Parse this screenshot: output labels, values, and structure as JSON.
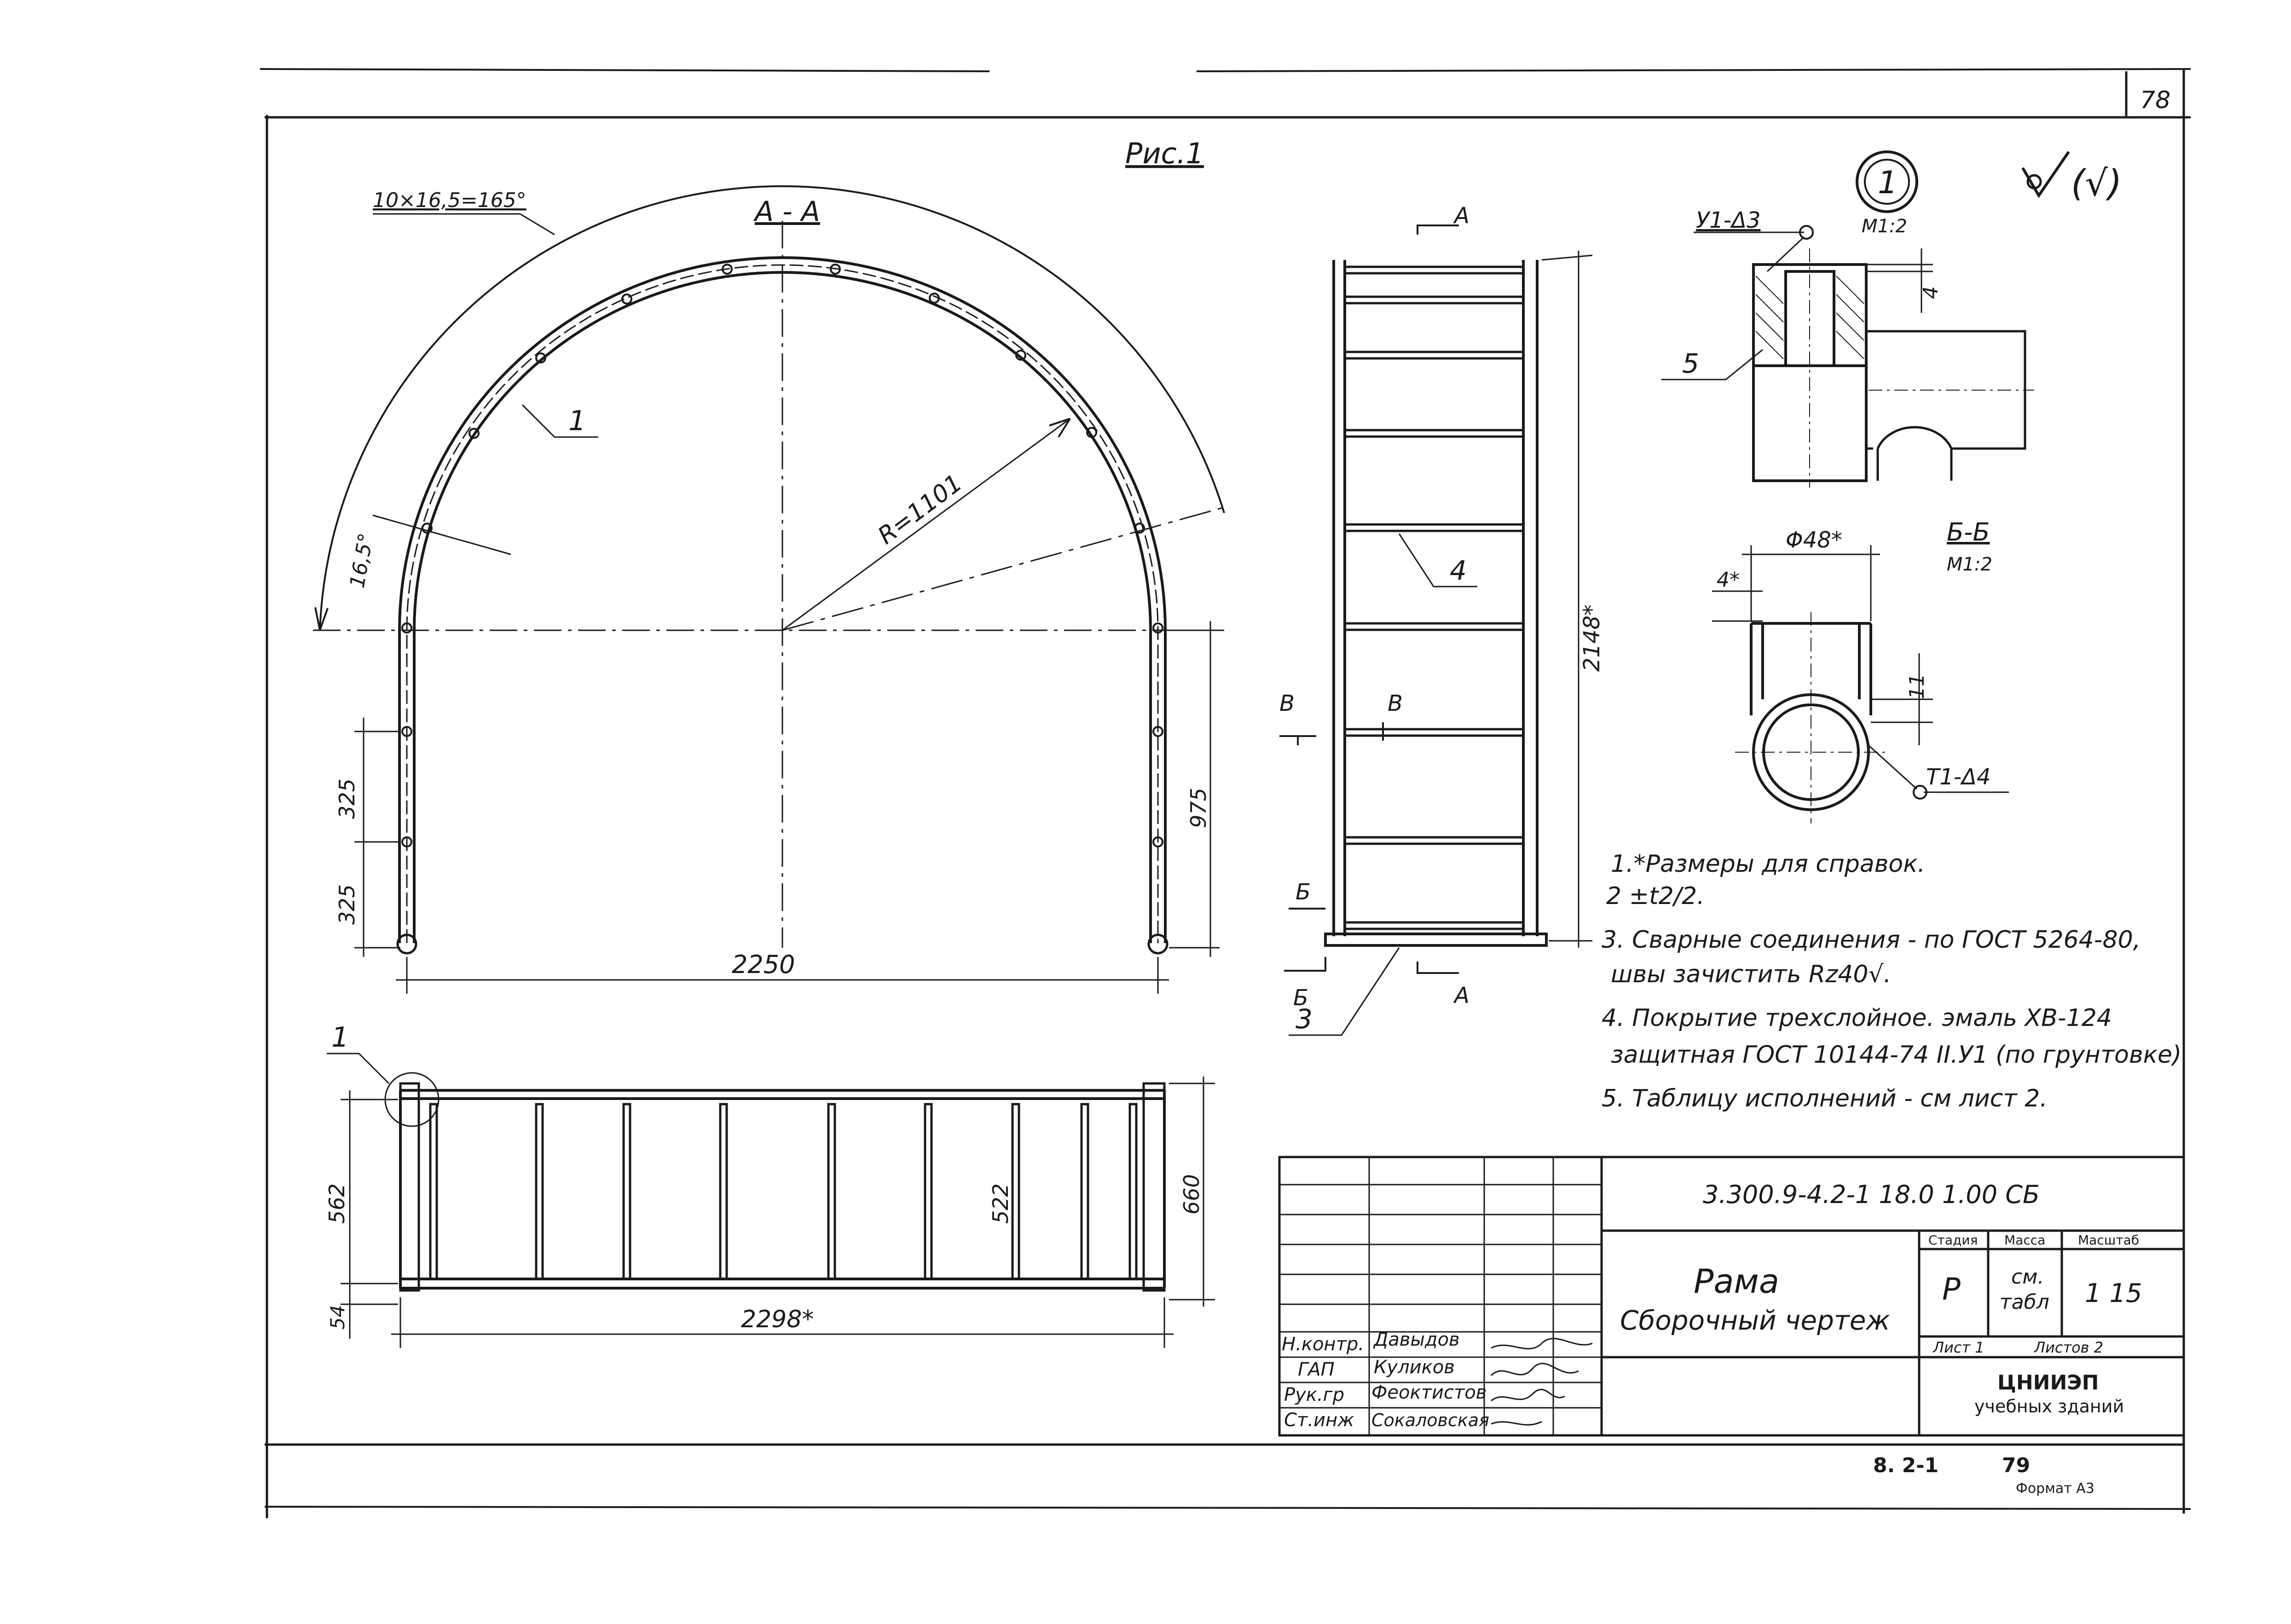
{
  "sheet": {
    "page_number": "78",
    "figure_label": "Рис.1",
    "roughness_symbol": "(√)",
    "doc_code": "3.300.9-4.2-1 18.0 1.00 СБ",
    "title_main": "Рама",
    "title_sub": "Сборочный чертеж",
    "stage_header": "Стадия",
    "mass_header": "Масса",
    "scale_header": "Масштаб",
    "stage_value": "Р",
    "mass_value_line1": "см.",
    "mass_value_line2": "табл",
    "scale_value": "1 15",
    "sheet_label": "Лист 1",
    "sheets_label": "Листов 2",
    "org_line1": "ЦНИИЭП",
    "org_line2": "учебных зданий",
    "bottom_ref": "8. 2-1",
    "bottom_page": "79",
    "format": "Формат А3"
  },
  "signatures": [
    {
      "role": "Н.контр.",
      "name": "Давыдов"
    },
    {
      "role": "ГАП",
      "name": "Куликов"
    },
    {
      "role": "Рук.гр",
      "name": "Феоктистов"
    },
    {
      "role": "Ст.инж",
      "name": "Сокаловская"
    }
  ],
  "arch_view": {
    "section_label": "А - А",
    "angle_total": "10×16,5=165°",
    "angle_step": "16,5°",
    "radius": "R=1101",
    "part_1": "1",
    "dim_325_a": "325",
    "dim_325_b": "325",
    "dim_975": "975",
    "dim_2250": "2250"
  },
  "plan_view": {
    "callout": "1",
    "dim_562": "562",
    "dim_522": "522",
    "dim_660": "660",
    "dim_54": "54",
    "dim_2298": "2298*"
  },
  "side_view": {
    "label_A_top": "А",
    "label_A_bottom": "А",
    "label_B_left": "В",
    "label_B_right": "В",
    "label_Bsh_upper": "Б",
    "label_Bsh_lower": "Б",
    "part_4": "4",
    "part_3": "3",
    "dim_2148": "2148*"
  },
  "detail_1": {
    "callout": "1",
    "scale": "М1:2",
    "weld": "У1-Δ3",
    "dim_4": "4",
    "part_5": "5"
  },
  "section_bb": {
    "title": "Б-Б",
    "scale": "М1:2",
    "diameter": "Φ48*",
    "dim_4": "4*",
    "dim_11": "11",
    "weld": "Т1-Δ4"
  },
  "notes": [
    "1.*Размеры для справок.",
    "2 ±t2/2.",
    "3. Сварные соединения - по ГОСТ 5264-80,",
    "швы зачистить Rz40√.",
    "4. Покрытие трехслойное. эмаль ХВ-124",
    "защитная ГОСТ 10144-74 ІІ.У1 (по грунтовке)",
    "5. Таблицу исполнений - см лист 2."
  ]
}
